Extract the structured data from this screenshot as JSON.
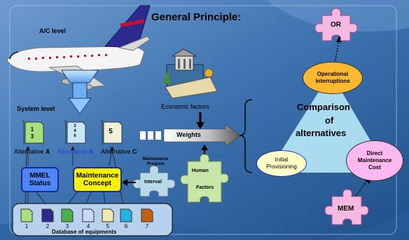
{
  "title": "General Principle:",
  "labels": {
    "ac_level": "A/C level",
    "system_level": "System level",
    "economic_factors": "Economic factors",
    "weights": "Weights",
    "comparison": "Comparison",
    "of": "of",
    "alternatives": "alternatives",
    "database": "Database of equipments",
    "maintenance_program_1": "Maintenance",
    "maintenance_program_2": "Program",
    "interval": "Interval",
    "human": "Human",
    "factors": "Factors"
  },
  "alternatives": [
    {
      "prefix": "Alternative ",
      "letter": "A",
      "doc_marks": [
        "1",
        "3"
      ]
    },
    {
      "prefix": "Alternative ",
      "letter": "B",
      "doc_marks": [
        "2",
        "4",
        "6"
      ]
    },
    {
      "prefix": "Alternative ",
      "letter": "C",
      "doc_marks": [
        "5"
      ]
    }
  ],
  "boxes": {
    "mmel_1": "MMEL",
    "mmel_2": "Status",
    "maint_1": "Maintenance",
    "maint_2": "Concept"
  },
  "criteria": {
    "operational_1": "Operational",
    "operational_2": "interruptions",
    "initial_1": "Initial",
    "initial_2": "Provisioning",
    "direct_1": "Direct",
    "direct_2": "Maintenance",
    "direct_3": "Cost"
  },
  "puzzle_pieces": {
    "or": "OR",
    "mem": "MEM"
  },
  "equipment_numbers": [
    "1",
    "2",
    "3",
    "4",
    "5",
    "6",
    "7"
  ],
  "colors": {
    "background": "#3a6ea5",
    "title": "#000000",
    "alt_b": "#2a3bd6",
    "mmel_box": "#4f86f7",
    "maint_box": "#f7f200",
    "operational": "#ffb830",
    "initial": "#ffffc8",
    "direct": "#ffb8f0",
    "triangle": "#b4e6f6",
    "puzzle_pink": "#f5b8e0",
    "puzzle_green": "#c8e6a8"
  }
}
